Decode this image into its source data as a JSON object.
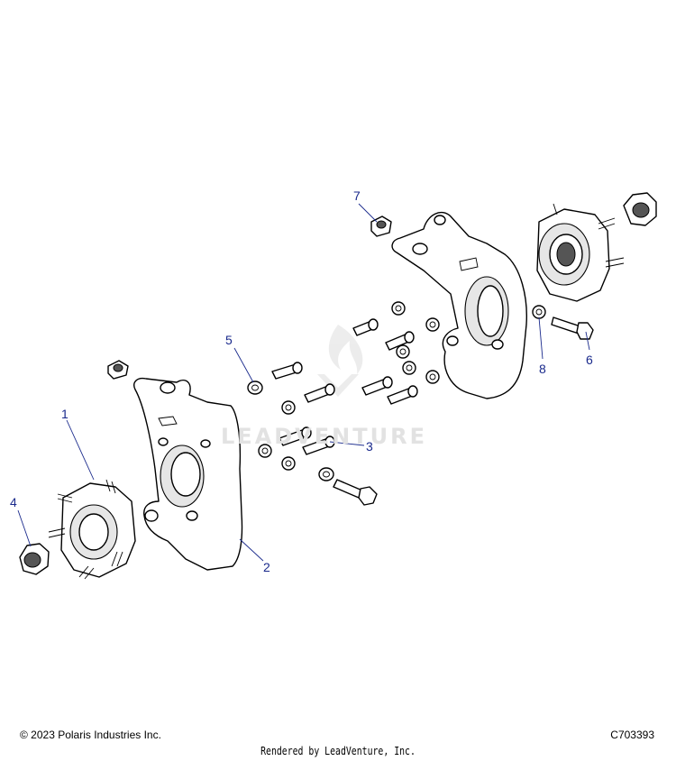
{
  "callouts": [
    {
      "id": "1",
      "label": "1"
    },
    {
      "id": "2",
      "label": "2"
    },
    {
      "id": "3",
      "label": "3"
    },
    {
      "id": "4",
      "label": "4"
    },
    {
      "id": "5",
      "label": "5"
    },
    {
      "id": "6",
      "label": "6"
    },
    {
      "id": "7",
      "label": "7"
    },
    {
      "id": "8",
      "label": "8"
    }
  ],
  "watermark_text": "LEADVENTURE",
  "footer": {
    "copyright": "© 2023 Polaris Industries Inc.",
    "code": "C703393",
    "rendered_by": "Rendered by LeadVenture, Inc."
  },
  "colors": {
    "callout": "#1a2a8c",
    "watermark": "#e2e2e2"
  }
}
